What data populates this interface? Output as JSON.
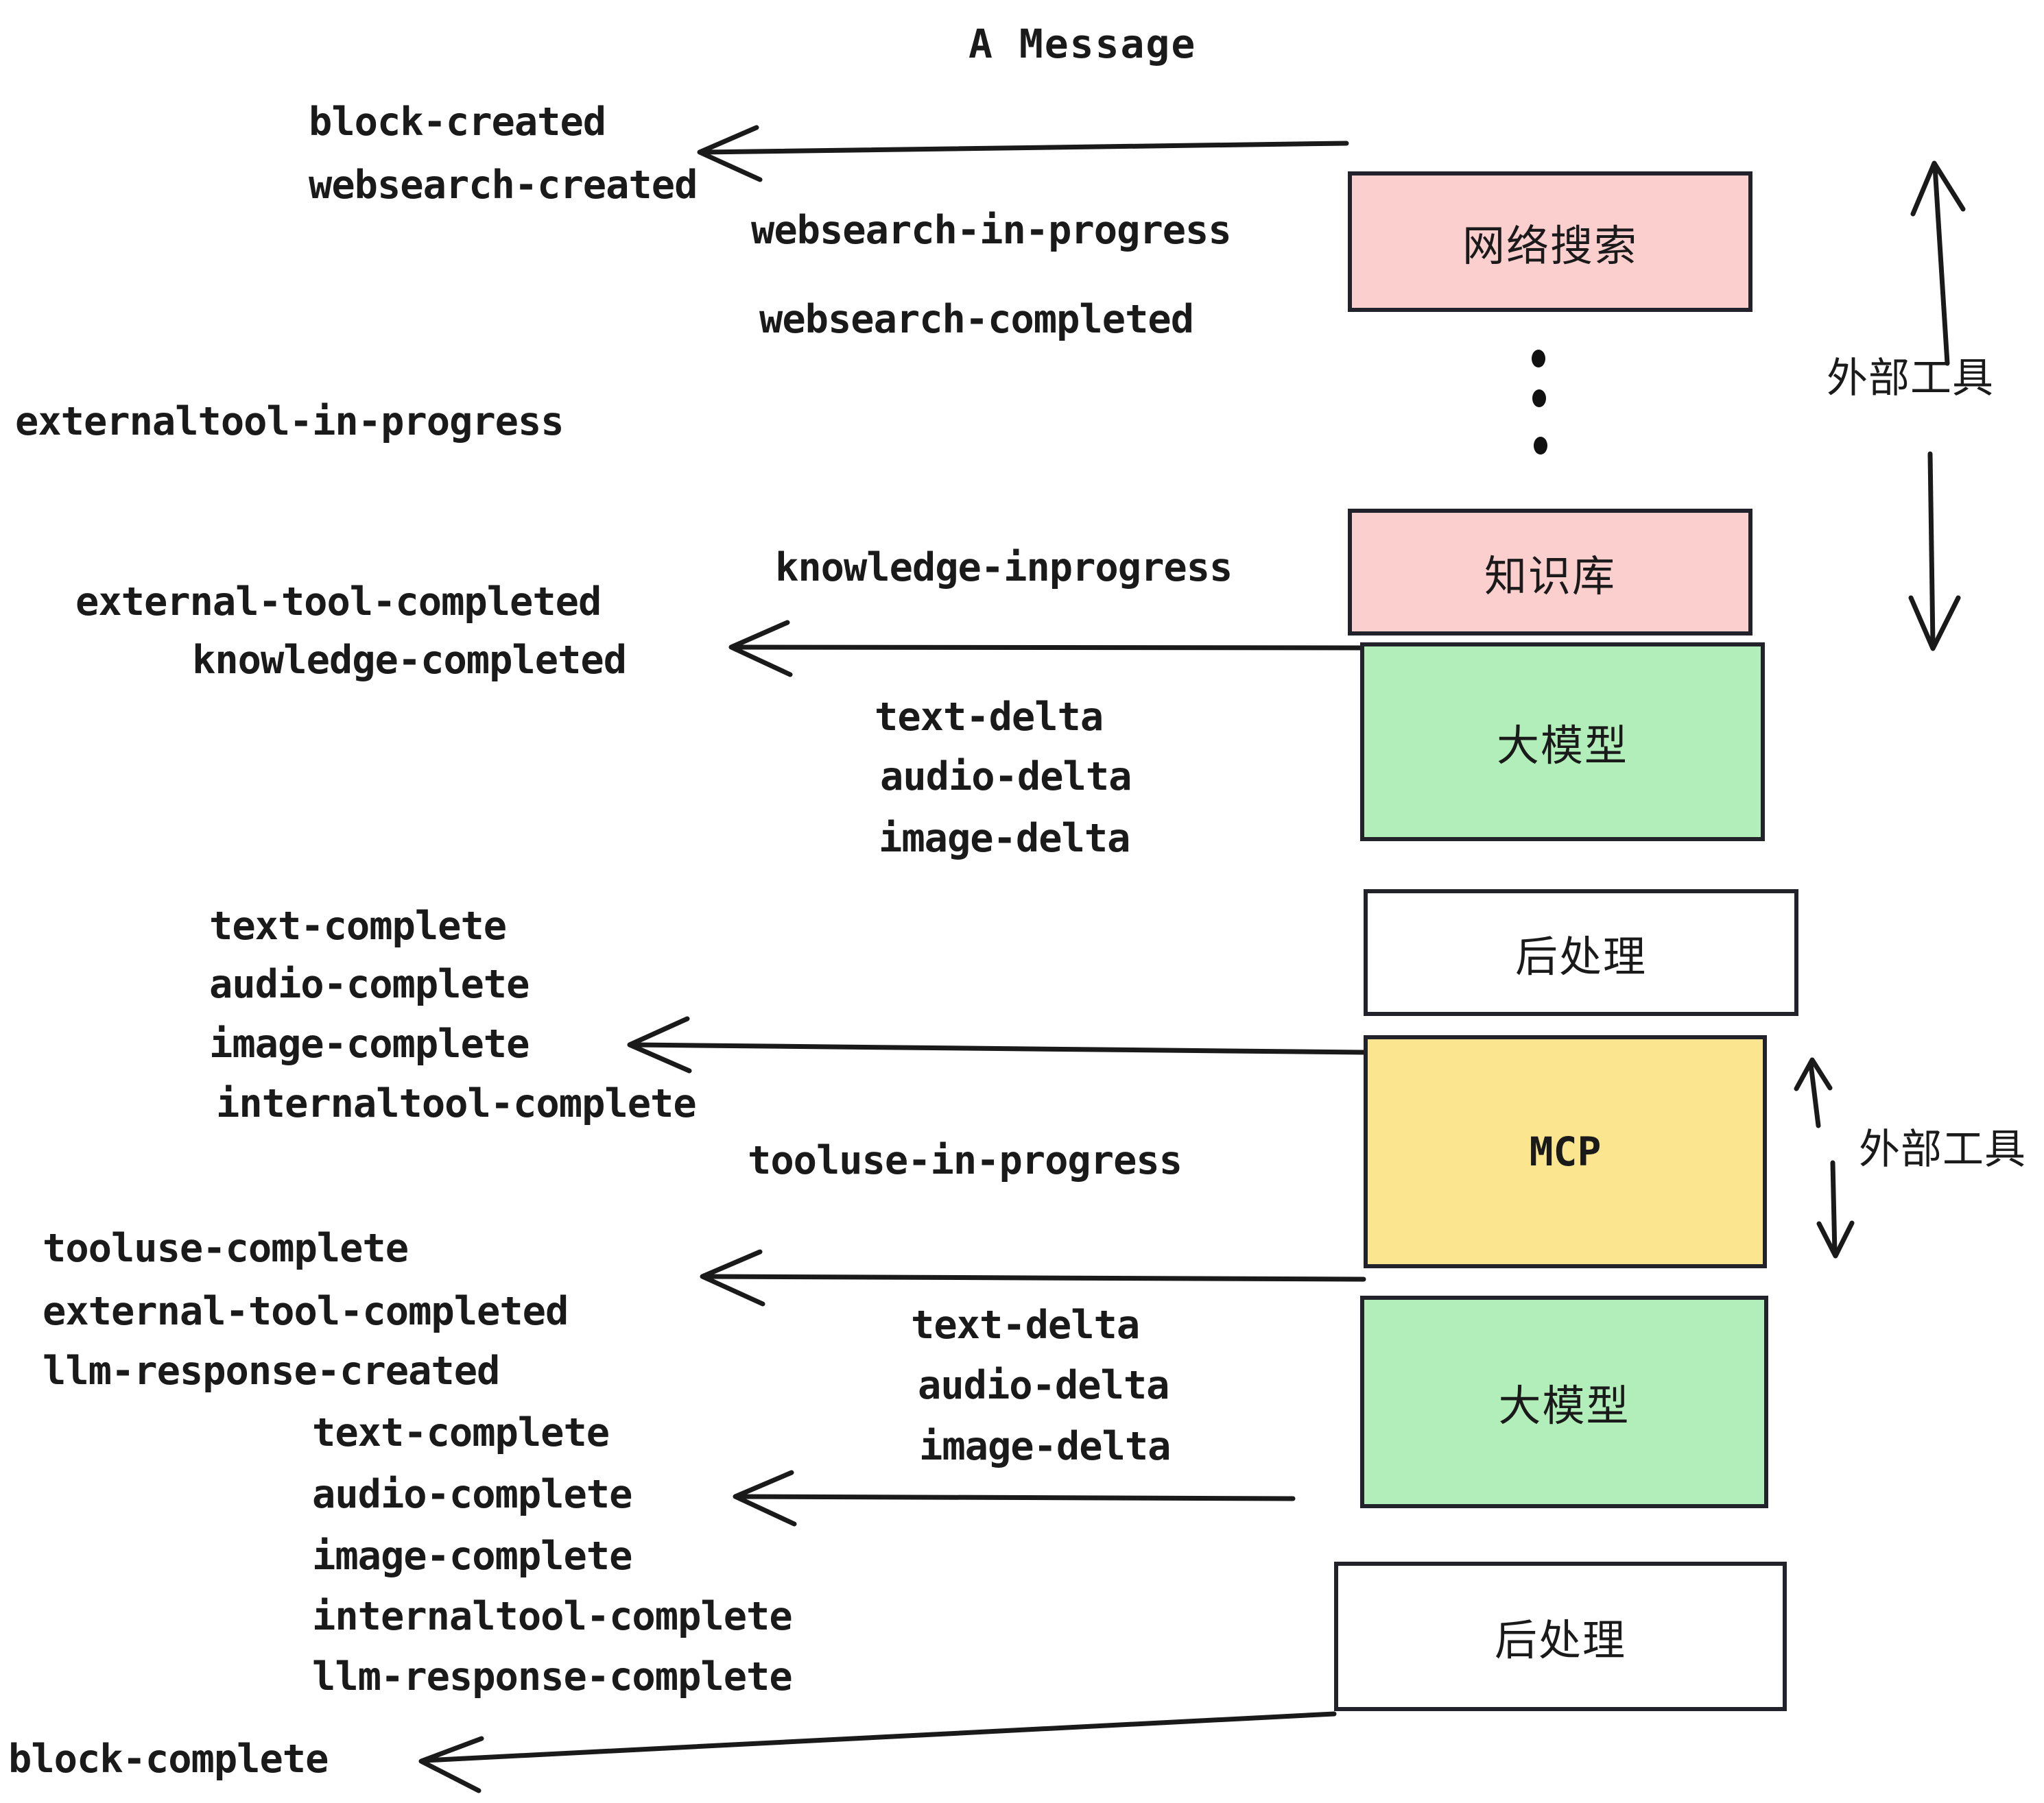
{
  "diagram": {
    "title": "A Message",
    "colors": {
      "pink": "#fccfcf",
      "green": "#b2eeba",
      "yellow": "#fbe58f",
      "white": "#ffffff",
      "stroke": "#22222a",
      "text": "#1a1a1a"
    },
    "nodes": [
      {
        "id": "websearch",
        "label": "网络搜索",
        "fill": "pink"
      },
      {
        "id": "knowledge",
        "label": "知识库",
        "fill": "pink"
      },
      {
        "id": "llm1",
        "label": "大模型",
        "fill": "green"
      },
      {
        "id": "post1",
        "label": "后处理",
        "fill": "white"
      },
      {
        "id": "mcp",
        "label": "MCP",
        "fill": "yellow"
      },
      {
        "id": "llm2",
        "label": "大模型",
        "fill": "green"
      },
      {
        "id": "post2",
        "label": "后处理",
        "fill": "white"
      }
    ],
    "side_labels": [
      {
        "id": "external-tools-top",
        "label": "外部工具"
      },
      {
        "id": "external-tools-bottom",
        "label": "外部工具"
      }
    ],
    "events": [
      {
        "id": "block-created",
        "label": "block-created"
      },
      {
        "id": "websearch-created",
        "label": "websearch-created"
      },
      {
        "id": "websearch-in-progress",
        "label": "websearch-in-progress"
      },
      {
        "id": "websearch-completed",
        "label": "websearch-completed"
      },
      {
        "id": "externaltool-in-progress",
        "label": "externaltool-in-progress"
      },
      {
        "id": "knowledge-inprogress",
        "label": "knowledge-inprogress"
      },
      {
        "id": "external-tool-completed-1",
        "label": "external-tool-completed"
      },
      {
        "id": "knowledge-completed",
        "label": "knowledge-completed"
      },
      {
        "id": "text-delta-1",
        "label": "text-delta"
      },
      {
        "id": "audio-delta-1",
        "label": "audio-delta"
      },
      {
        "id": "image-delta-1",
        "label": "image-delta"
      },
      {
        "id": "text-complete-1",
        "label": "text-complete"
      },
      {
        "id": "audio-complete-1",
        "label": "audio-complete"
      },
      {
        "id": "image-complete-1",
        "label": "image-complete"
      },
      {
        "id": "internaltool-complete-1",
        "label": "internaltool-complete"
      },
      {
        "id": "tooluse-in-progress",
        "label": "tooluse-in-progress"
      },
      {
        "id": "tooluse-complete",
        "label": "tooluse-complete"
      },
      {
        "id": "external-tool-completed-2",
        "label": "external-tool-completed"
      },
      {
        "id": "llm-response-created",
        "label": "llm-response-created"
      },
      {
        "id": "text-delta-2",
        "label": "text-delta"
      },
      {
        "id": "audio-delta-2",
        "label": "audio-delta"
      },
      {
        "id": "image-delta-2",
        "label": "image-delta"
      },
      {
        "id": "text-complete-2",
        "label": "text-complete"
      },
      {
        "id": "audio-complete-2",
        "label": "audio-complete"
      },
      {
        "id": "image-complete-2",
        "label": "image-complete"
      },
      {
        "id": "internaltool-complete-2",
        "label": "internaltool-complete"
      },
      {
        "id": "llm-response-complete",
        "label": "llm-response-complete"
      },
      {
        "id": "block-complete",
        "label": "block-complete"
      }
    ],
    "ellipsis_dots": 3
  }
}
